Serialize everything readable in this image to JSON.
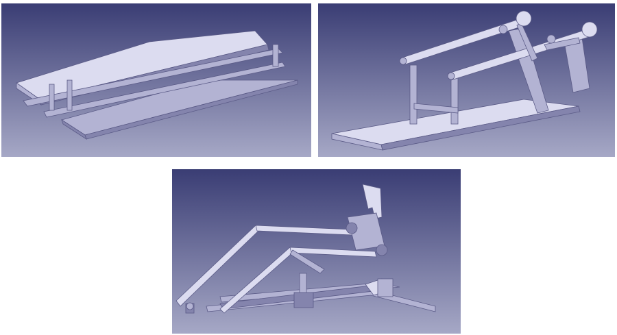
{
  "figure": {
    "panels": [
      {
        "name": "cad-render-tray-with-rails"
      },
      {
        "name": "cad-render-frame-with-linkage-arms"
      },
      {
        "name": "cad-render-full-assembly"
      }
    ]
  },
  "colors": {
    "background_top": "#3a3d74",
    "background_bottom": "#a6a8c6",
    "part_light": "#dcdcf0",
    "part_mid": "#b3b3d3",
    "part_dark": "#8484ad",
    "edge": "#5a5a86"
  }
}
